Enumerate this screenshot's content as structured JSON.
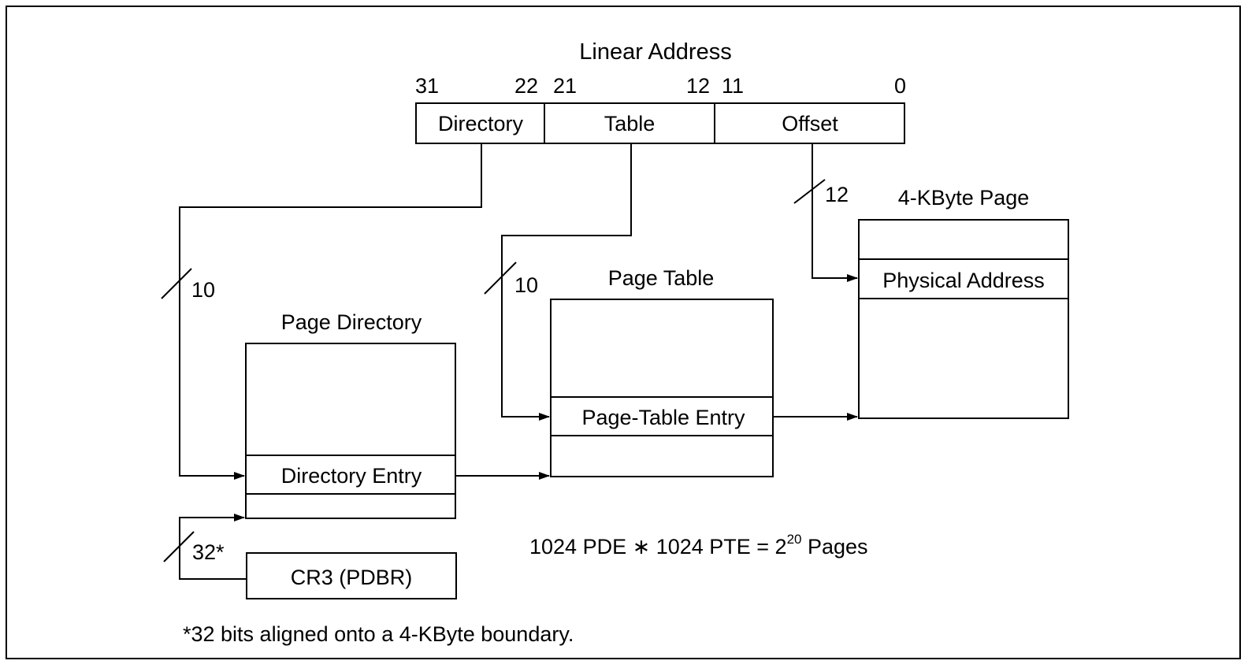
{
  "linear_address": {
    "title": "Linear Address",
    "bit_labels": {
      "b31": "31",
      "b22": "22",
      "b21": "21",
      "b12": "12",
      "b11": "11",
      "b0": "0"
    },
    "fields": {
      "directory": "Directory",
      "table": "Table",
      "offset": "Offset"
    }
  },
  "bus_widths": {
    "directory": "10",
    "table": "10",
    "offset": "12",
    "cr3": "32*"
  },
  "page_directory": {
    "title": "Page Directory",
    "entry": "Directory Entry"
  },
  "page_table": {
    "title": "Page Table",
    "entry": "Page-Table Entry"
  },
  "page": {
    "title": "4-KByte Page",
    "entry": "Physical Address"
  },
  "cr3": {
    "label": "CR3 (PDBR)"
  },
  "formula": {
    "text": "1024 PDE ∗ 1024 PTE = 2",
    "exponent": "20",
    "suffix": " Pages"
  },
  "footnote": "*32 bits aligned onto a 4-KByte boundary."
}
